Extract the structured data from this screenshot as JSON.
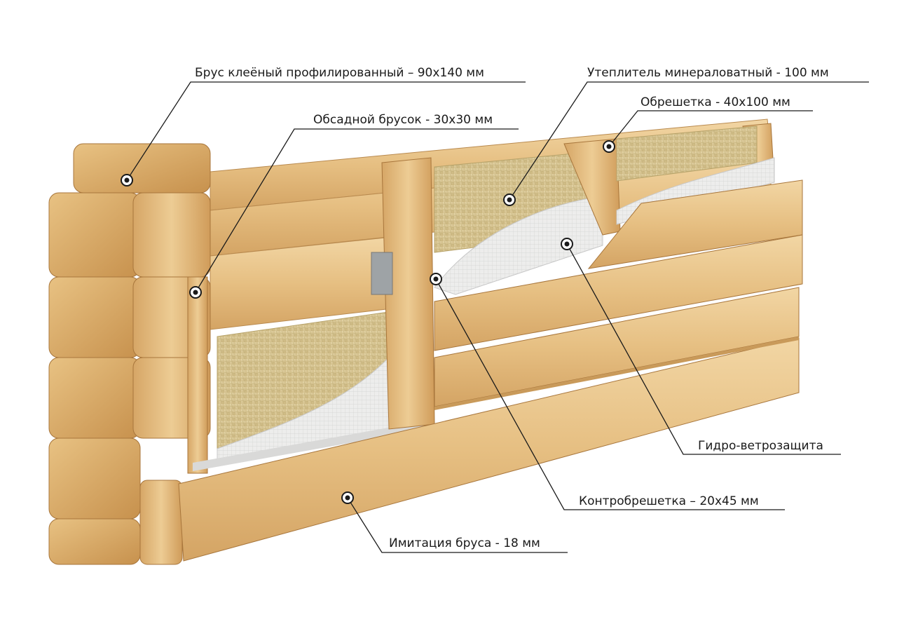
{
  "labels": {
    "glued_timber": "Брус клеёный профилированный – 90х140 мм",
    "casing_bar": "Обсадной брусок - 30х30 мм",
    "mineral_wool": "Утеплитель минераловатный  - 100 мм",
    "battens": "Обрешетка - 40х100 мм",
    "membrane": "Гидро-ветрозащита",
    "counter_battens": "Контробрешетка – 20х45 мм",
    "imitation_timber": "Имитация бруса - 18 мм"
  },
  "colors": {
    "wood_light": "#eccb95",
    "wood_mid": "#dcae6e",
    "wood_dark": "#c08a4a",
    "insulation": "#d8c79a",
    "membrane": "#ecedec",
    "leader": "#1a1a1a"
  }
}
